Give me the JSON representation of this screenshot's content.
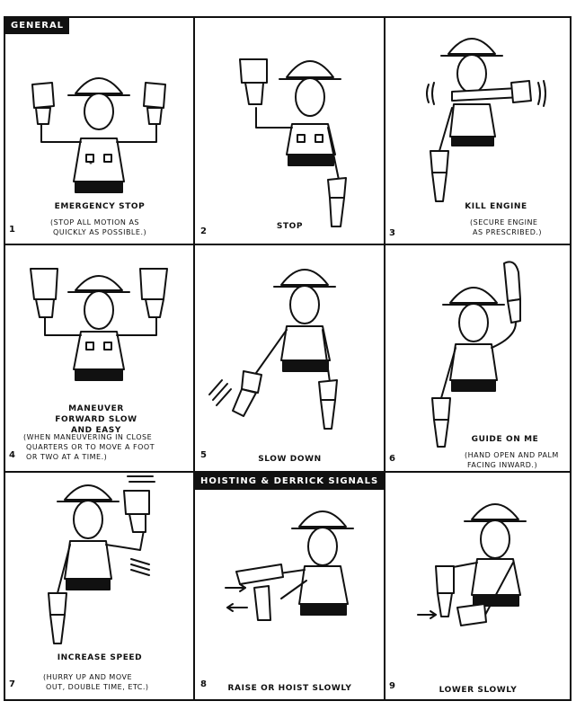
{
  "sections": {
    "general": "GENERAL",
    "hoisting": "HOISTING & DERRICK SIGNALS"
  },
  "panels": [
    {
      "number": "1",
      "title": "EMERGENCY STOP",
      "note": "(STOP ALL MOTION AS\n QUICKLY AS POSSIBLE.)"
    },
    {
      "number": "2",
      "title": "STOP",
      "note": ""
    },
    {
      "number": "3",
      "title": "KILL ENGINE",
      "note": "(SECURE ENGINE\n AS PRESCRIBED.)"
    },
    {
      "number": "4",
      "title": "MANEUVER FORWARD SLOW AND EASY",
      "note": "(WHEN MANEUVERING IN CLOSE\n QUARTERS OR TO MOVE A FOOT\n OR TWO AT A TIME.)"
    },
    {
      "number": "5",
      "title": "SLOW DOWN",
      "note": ""
    },
    {
      "number": "6",
      "title": "GUIDE ON ME",
      "note": "(HAND OPEN AND PALM\n FACING INWARD.)"
    },
    {
      "number": "7",
      "title": "INCREASE SPEED",
      "note": "(HURRY UP AND MOVE\n OUT, DOUBLE TIME, ETC.)"
    },
    {
      "number": "8",
      "title": "RAISE OR HOIST SLOWLY",
      "note": ""
    },
    {
      "number": "9",
      "title": "LOWER SLOWLY",
      "note": ""
    }
  ]
}
